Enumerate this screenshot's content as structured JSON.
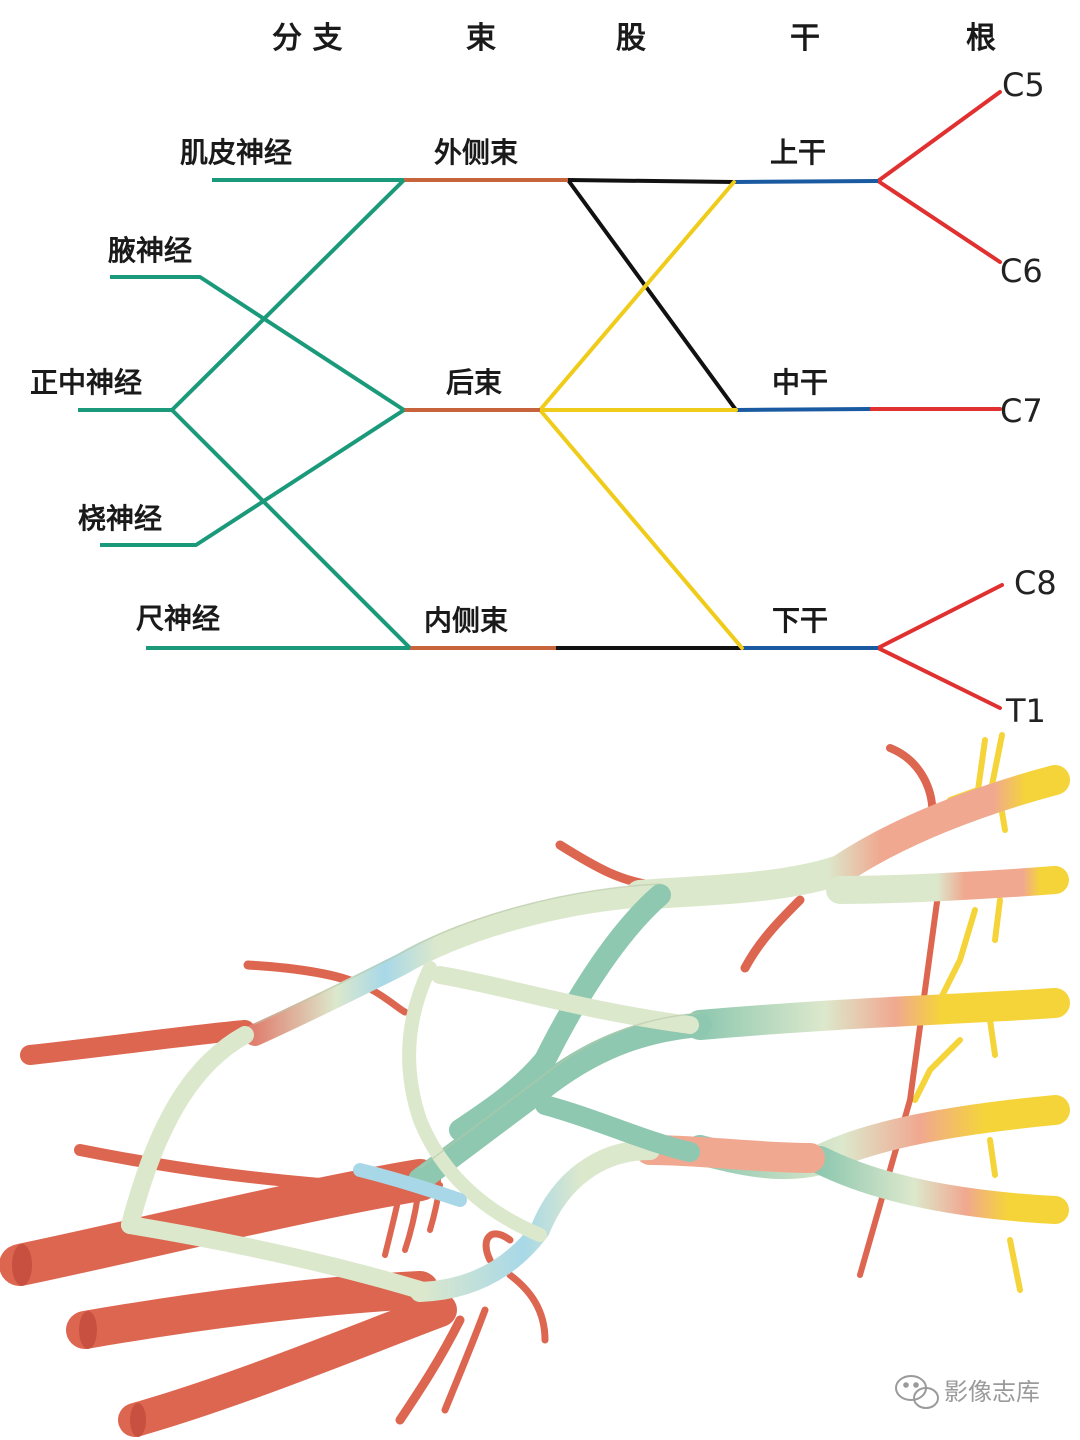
{
  "headers": {
    "branches": "分 支",
    "cords": "束",
    "divisions": "股",
    "trunks": "干",
    "roots": "根"
  },
  "nerves": {
    "musculocutaneous": "肌皮神经",
    "axillary": "腋神经",
    "median": "正中神经",
    "radial": "桡神经",
    "ulnar": "尺神经"
  },
  "cords": {
    "lateral": "外侧束",
    "posterior": "后束",
    "medial": "内侧束"
  },
  "trunks": {
    "upper": "上干",
    "middle": "中干",
    "lower": "下干"
  },
  "roots": {
    "c5": "C5",
    "c6": "C6",
    "c7": "C7",
    "c8": "C8",
    "t1": "T1"
  },
  "watermark": "影像志库",
  "colors": {
    "branch_green": "#1a9a7a",
    "cord_orange": "#c8643c",
    "division_black": "#111111",
    "division_yellow": "#f0cc1a",
    "trunk_blue": "#1a5aa0",
    "root_red": "#e03030",
    "illus_root_yellow": "#f5d43a",
    "illus_artery_red": "#dd6650",
    "illus_trunk_salmon": "#f0a890",
    "illus_pale_green": "#dce8cc",
    "illus_teal": "#8ec8b0",
    "illus_light_blue": "#a8d8e8"
  }
}
